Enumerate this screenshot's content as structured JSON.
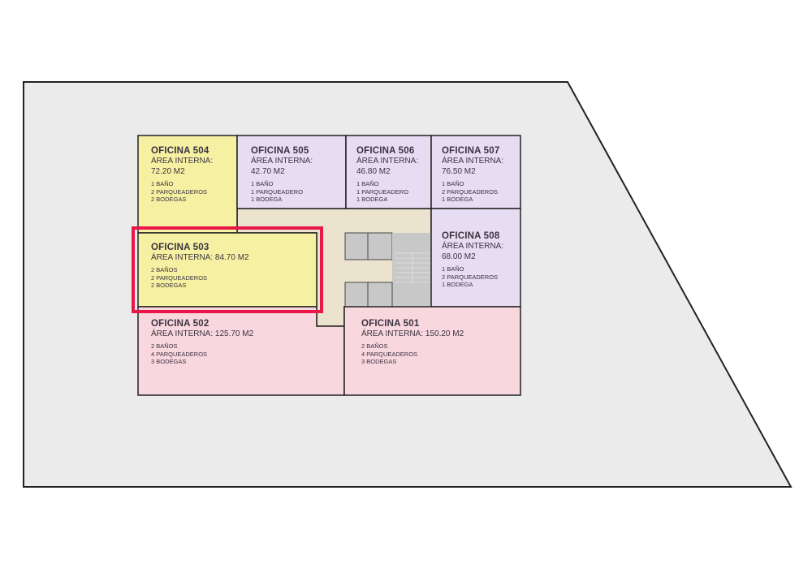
{
  "colors": {
    "building": "#ebebeb",
    "yellow": "#f6f1a2",
    "purple": "#e6ddf3",
    "pink": "#f9d7df",
    "corridor": "#ece3cf",
    "core": "#c8c8c8",
    "highlight": "#e8174a"
  },
  "offices": [
    {
      "id": "504",
      "title": "OFICINA 504",
      "area_line1": "ÁREA INTERNA:",
      "area_line2": "72.20 M2",
      "details": [
        "1 BAÑO",
        "2 PARQUEADEROS",
        "2 BODEGAS"
      ]
    },
    {
      "id": "505",
      "title": "OFICINA 505",
      "area_line1": "ÁREA INTERNA:",
      "area_line2": "42.70 M2",
      "details": [
        "1 BAÑO",
        "1 PARQUEADERO",
        "1 BODEGA"
      ]
    },
    {
      "id": "506",
      "title": "OFICINA 506",
      "area_line1": "ÁREA INTERNA:",
      "area_line2": "46.80 M2",
      "details": [
        "1 BAÑO",
        "1 PARQUEADERO",
        "1 BODEGA"
      ]
    },
    {
      "id": "507",
      "title": "OFICINA 507",
      "area_line1": "ÁREA INTERNA:",
      "area_line2": "76.50 M2",
      "details": [
        "1 BAÑO",
        "2 PARQUEADEROS",
        "1 BODEGA"
      ]
    },
    {
      "id": "508",
      "title": "OFICINA 508",
      "area_line1": "ÁREA INTERNA:",
      "area_line2": "68.00 M2",
      "details": [
        "1 BAÑO",
        "2 PARQUEADEROS",
        "1 BODEGA"
      ]
    },
    {
      "id": "503",
      "title": "OFICINA 503",
      "area_line1": "ÁREA INTERNA: 84.70 M2",
      "details": [
        "2 BAÑOS",
        "2 PARQUEADEROS",
        "2 BODEGAS"
      ],
      "selected": true
    },
    {
      "id": "502",
      "title": "OFICINA 502",
      "area_line1": "ÁREA INTERNA: 125.70 M2",
      "details": [
        "2 BAÑOS",
        "4 PARQUEADEROS",
        "3 BODEGAS"
      ]
    },
    {
      "id": "501",
      "title": "OFICINA 501",
      "area_line1": "ÁREA INTERNA: 150.20 M2",
      "details": [
        "2 BAÑOS",
        "4 PARQUEADEROS",
        "3 BODEGAS"
      ]
    }
  ]
}
